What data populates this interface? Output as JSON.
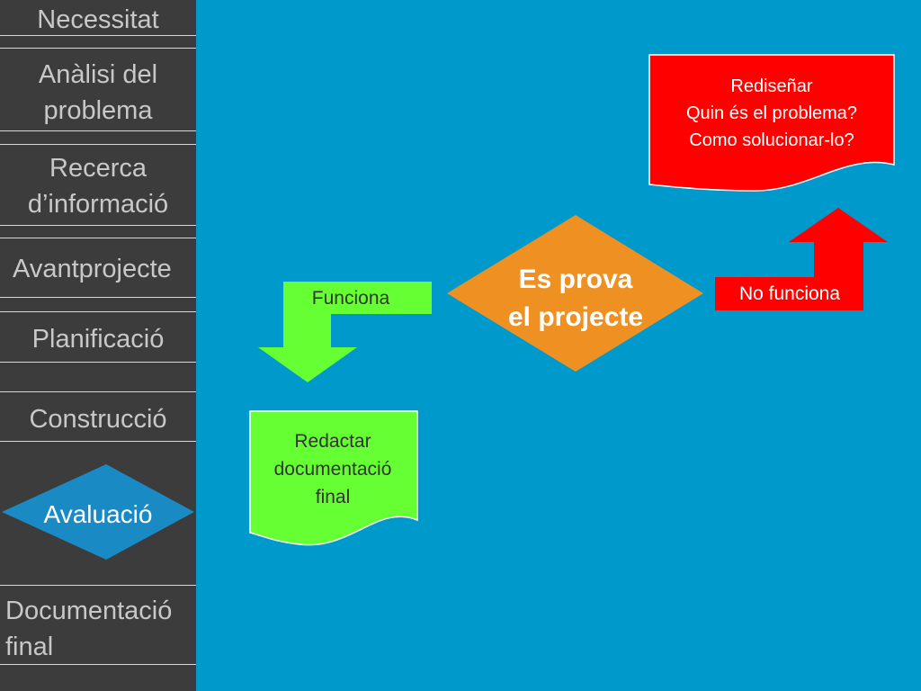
{
  "sidebar": {
    "steps": [
      {
        "label": "Necessitat"
      },
      {
        "label": "Anàlisi del\nproblema"
      },
      {
        "label": "Recerca\nd’informació"
      },
      {
        "label": "Avantprojecte"
      },
      {
        "label": "Planificació"
      },
      {
        "label": "Construcció"
      },
      {
        "label": "Avaluació",
        "active": true
      },
      {
        "label": "Documentació\nfinal"
      }
    ]
  },
  "diagram": {
    "decision": {
      "label": "Es prova\nel projecte"
    },
    "yes_arrow": {
      "label": "Funciona"
    },
    "no_arrow": {
      "label": "No funciona"
    },
    "yes_result": {
      "label": "Redactar\ndocumentació\nfinal"
    },
    "no_result": {
      "label": "Rediseñar\nQuin és el problema?\nComo solucionar-lo?"
    }
  },
  "colors": {
    "background": "#0099cc",
    "sidebar": "#3c3c3c",
    "decision": "#ee9122",
    "success": "#66ff33",
    "failure": "#ff0000",
    "active_step": "#1a8ac4"
  }
}
